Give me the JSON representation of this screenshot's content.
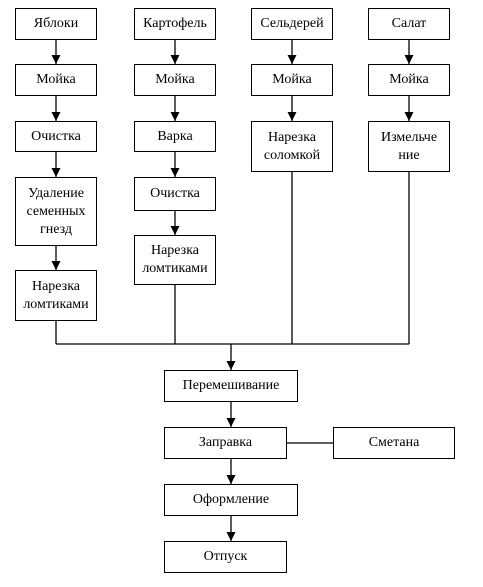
{
  "colors": {
    "line": "#000000",
    "box_fill": "#ffffff",
    "text": "#000000"
  },
  "columns": {
    "apples": {
      "source": "Яблоки",
      "steps": [
        "Мойка",
        "Очистка",
        "Удаление\nсеменных\nгнезд",
        "Нарезка\nломтиками"
      ]
    },
    "potato": {
      "source": "Картофель",
      "steps": [
        "Мойка",
        "Варка",
        "Очистка",
        "Нарезка\nломтиками"
      ]
    },
    "celery": {
      "source": "Сельдерей",
      "steps": [
        "Мойка",
        "Нарезка\nсоломкой"
      ]
    },
    "lettuce": {
      "source": "Салат",
      "steps": [
        "Мойка",
        "Измельче\nние"
      ]
    }
  },
  "main": {
    "mixing": "Перемешивание",
    "dressing": "Заправка",
    "sour_cream": "Сметана",
    "decoration": "Оформление",
    "serving": "Отпуск"
  }
}
